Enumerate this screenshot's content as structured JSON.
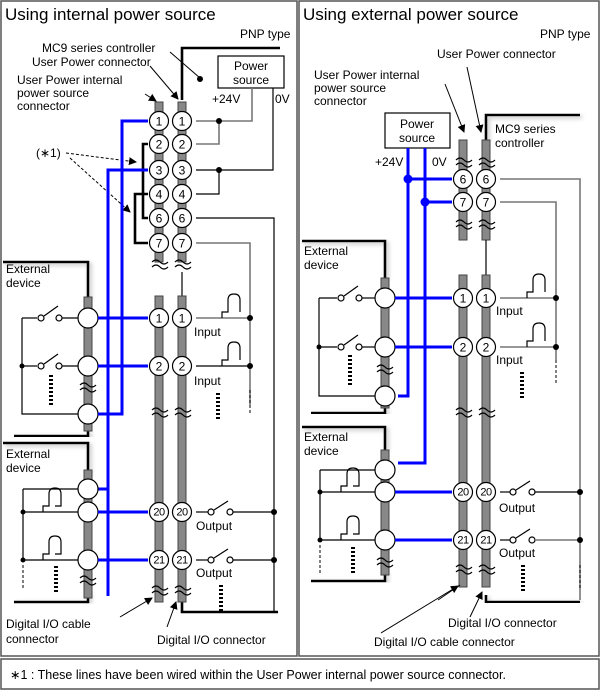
{
  "left_panel": {
    "title": "Using internal power source",
    "type_label": "PNP type",
    "controller_label": "MC9 series controller",
    "user_power_connector_label": "User Power connector",
    "internal_connector_label": [
      "User Power internal",
      "power source",
      "connector"
    ],
    "power_source_label": [
      "Power",
      "source"
    ],
    "v24_label": "+24V",
    "v0_label": "0V",
    "note_ref": "(∗1)",
    "upper_pins": [
      "1",
      "2",
      "3",
      "4",
      "6",
      "7"
    ],
    "external_device_label": [
      "External",
      "device"
    ],
    "io_pins_input": [
      "1",
      "2"
    ],
    "io_pins_output": [
      "20",
      "21"
    ],
    "input_label": "Input",
    "output_label": "Output",
    "cable_connector_label": [
      "Digital I/O cable",
      "connector"
    ],
    "io_connector_label": "Digital I/O connector"
  },
  "right_panel": {
    "title": "Using external power source",
    "type_label": "PNP type",
    "user_power_connector_label": "User Power connector",
    "internal_connector_label": [
      "User Power internal",
      "power source",
      "connector"
    ],
    "power_source_label": [
      "Power",
      "source"
    ],
    "v24_label": "+24V",
    "v0_label": "0V",
    "controller_label": [
      "MC9 series",
      "controller"
    ],
    "upper_pins": [
      "6",
      "7"
    ],
    "external_device_label": [
      "External",
      "device"
    ],
    "io_pins_input": [
      "1",
      "2"
    ],
    "io_pins_output": [
      "20",
      "21"
    ],
    "input_label": "Input",
    "output_label": "Output",
    "io_connector_label": "Digital I/O connector",
    "cable_connector_label": "Digital I/O cable  connector"
  },
  "footnote": "∗1 : These lines have been wired within the User Power internal power source connector.",
  "colors": {
    "power_wire": "#0000ff",
    "connector_bar": "#888888"
  }
}
